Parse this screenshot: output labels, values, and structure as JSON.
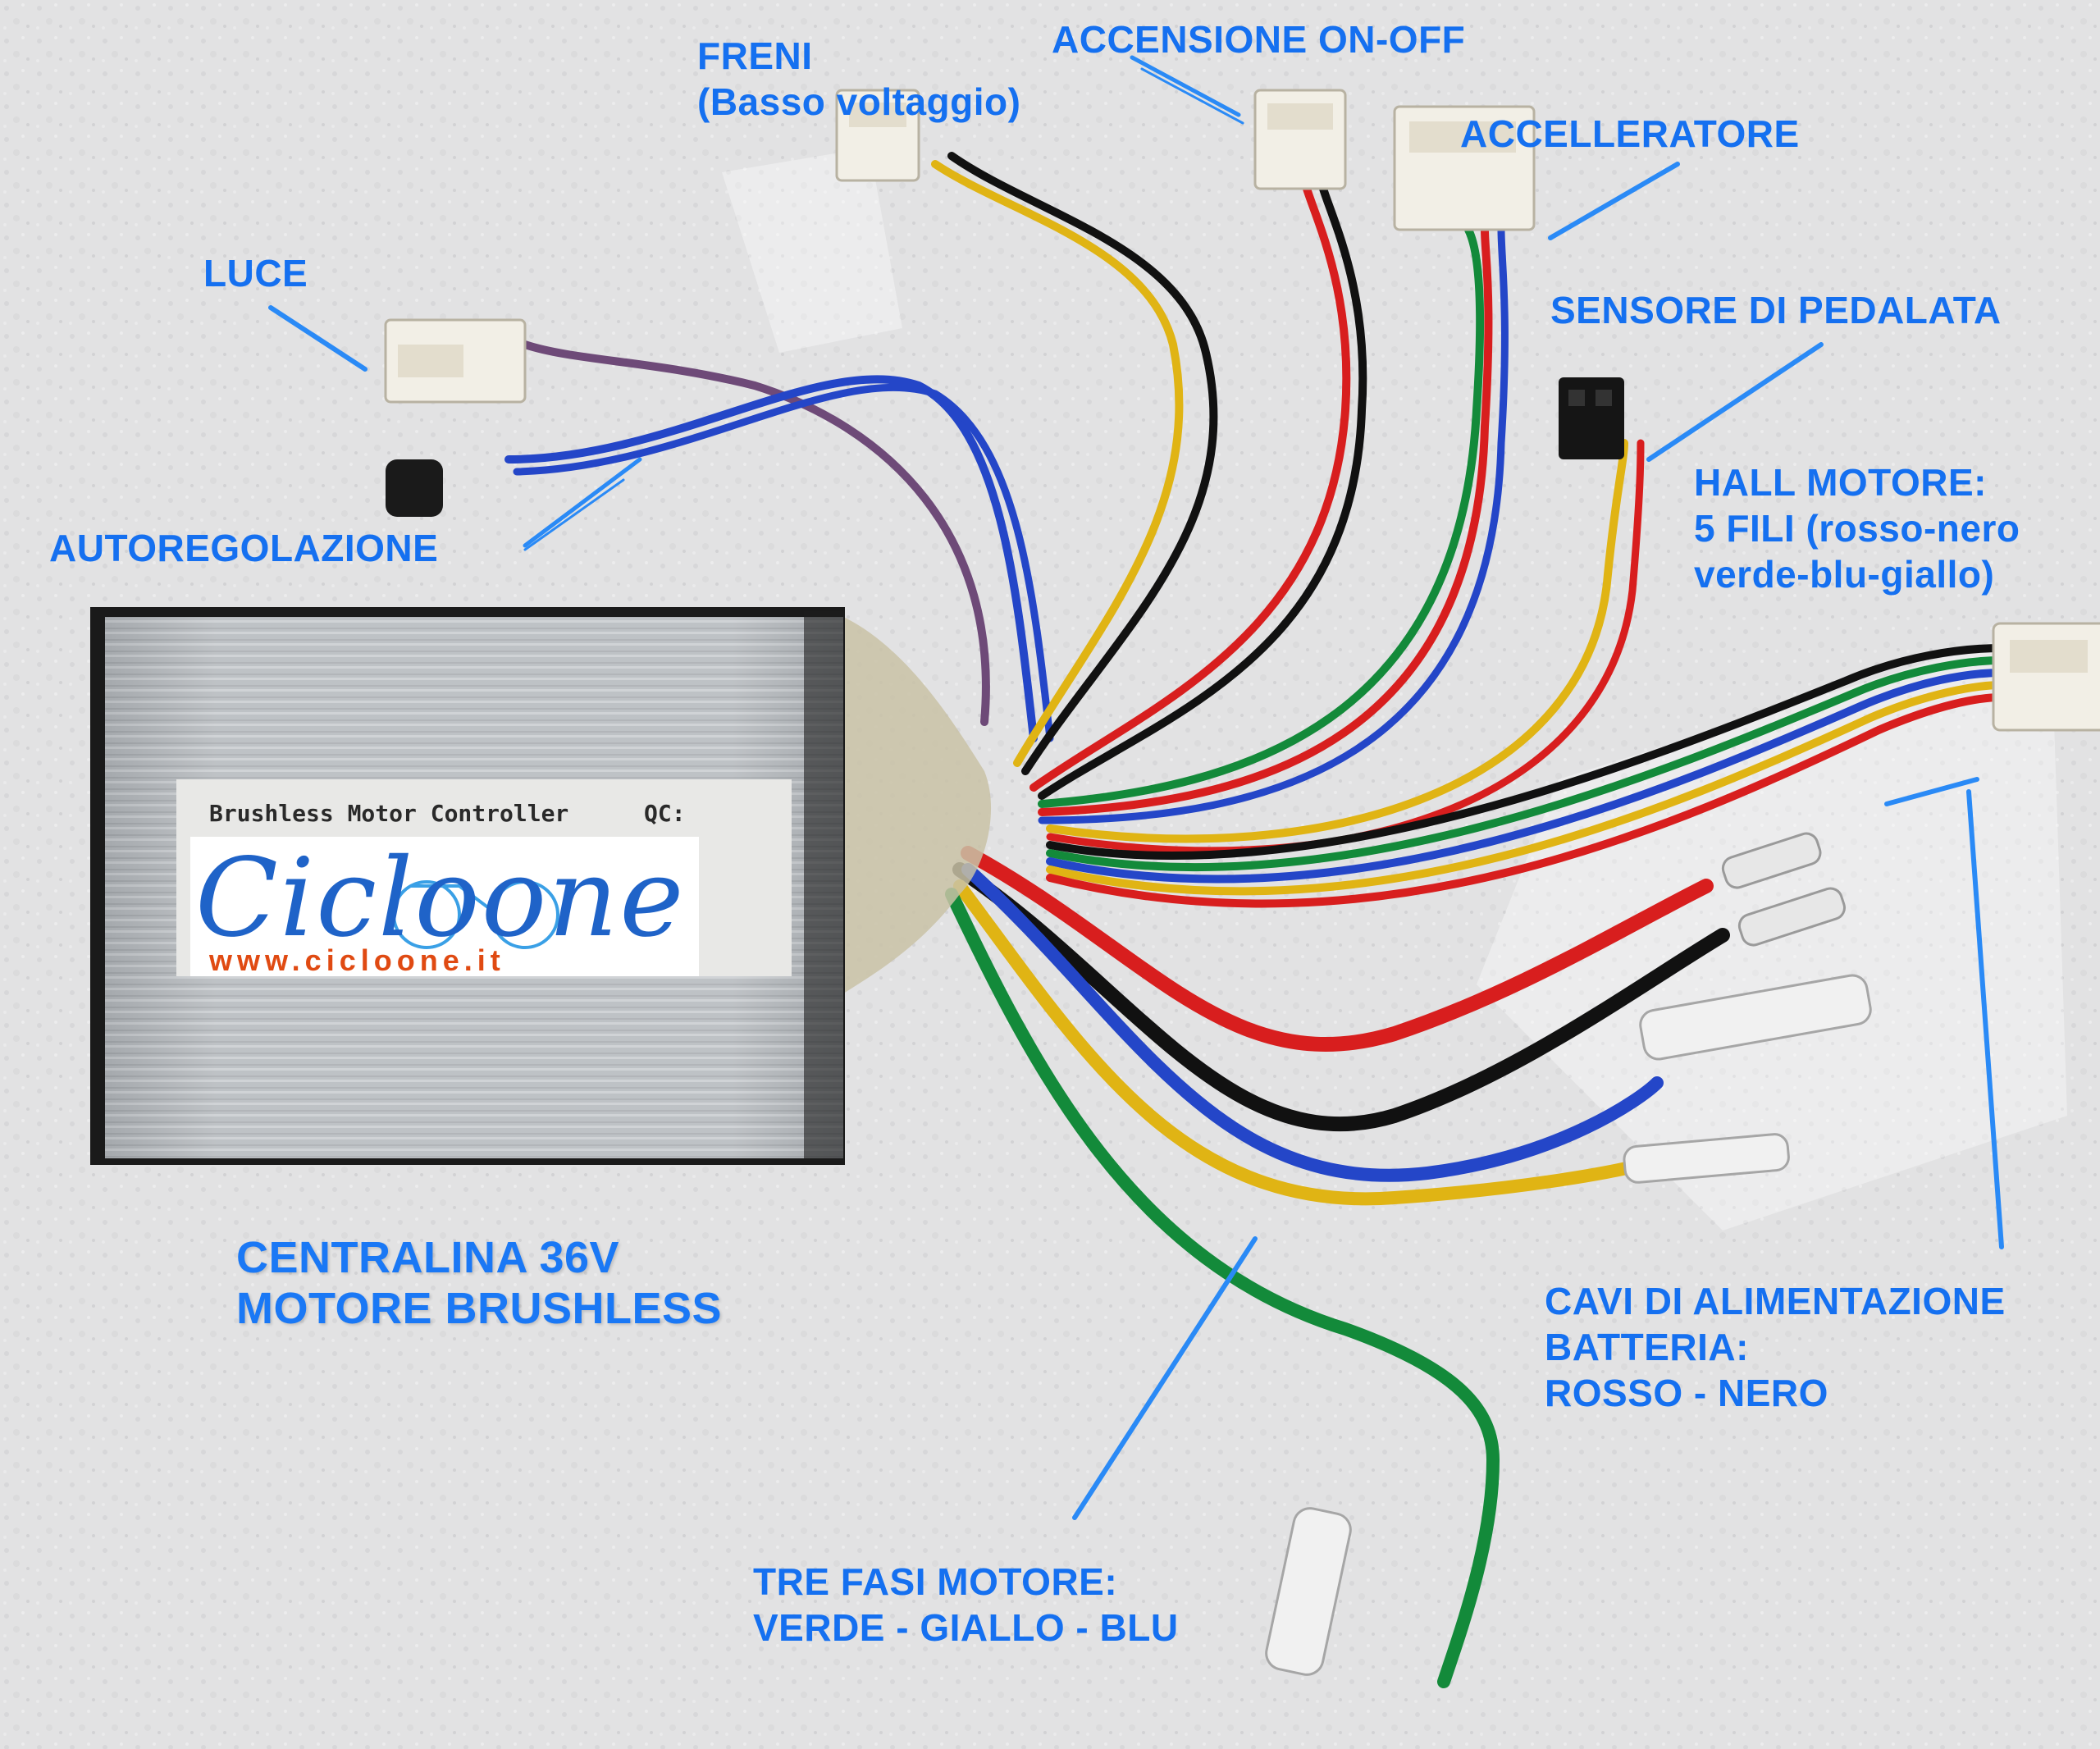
{
  "controller": {
    "label_text": "Brushless Motor Controller",
    "qc_text": "QC:",
    "logo_text": "Cicloone",
    "logo_url": "www.cicloone.it"
  },
  "labels": {
    "freni": [
      "FRENI",
      "(Basso voltaggio)"
    ],
    "accensione": [
      "ACCENSIONE ON-OFF"
    ],
    "accelleratore": [
      "ACCELLERATORE"
    ],
    "luce": [
      "LUCE"
    ],
    "sensore": [
      "SENSORE DI PEDALATA"
    ],
    "autoregolazione": [
      "AUTOREGOLAZIONE"
    ],
    "hall": [
      "HALL MOTORE:",
      "5 FILI (rosso-nero",
      "verde-blu-giallo)"
    ],
    "centralina": [
      "CENTRALINA 36V",
      "MOTORE BRUSHLESS"
    ],
    "cavi": [
      "CAVI DI ALIMENTAZIONE",
      "BATTERIA:",
      "ROSSO - NERO"
    ],
    "fasi": [
      "TRE FASI MOTORE:",
      "VERDE - GIALLO - BLU"
    ]
  },
  "colors": {
    "label_blue": "#1570f0",
    "wire_red": "#d81e1e",
    "wire_black": "#111111",
    "wire_green": "#138a3a",
    "wire_yellow": "#e0b414",
    "wire_blue": "#2446c8",
    "wire_purple": "#6e4a78"
  }
}
